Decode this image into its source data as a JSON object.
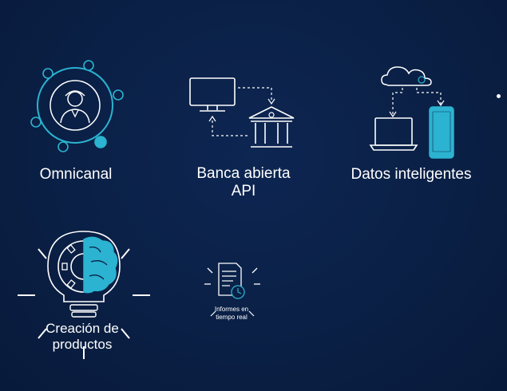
{
  "items": [
    {
      "label": "Omnicanal"
    },
    {
      "label_line1": "Banca abierta",
      "label_line2": "API"
    },
    {
      "label": "Datos inteligentes"
    },
    {
      "label_line1": "Creación de",
      "label_line2": "productos"
    },
    {
      "label_line1": "Informes en",
      "label_line2": "tiempo real"
    }
  ],
  "icons": [
    "omnichannel-person-icon",
    "bank-api-icon",
    "cloud-devices-icon",
    "bulb-brain-gear-icon",
    "report-clock-icon"
  ],
  "colors": {
    "background": "#0a1f44",
    "accent": "#2bb3d1",
    "line": "#ffffff"
  }
}
